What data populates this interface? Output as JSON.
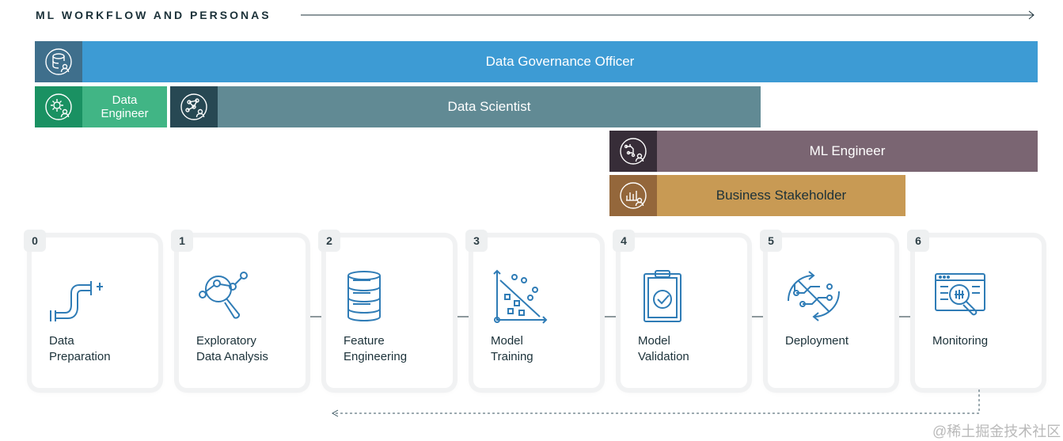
{
  "header": {
    "title": "ML WORKFLOW AND PERSONAS"
  },
  "personas": [
    {
      "label": "Data Governance Officer",
      "icon": "database-user-icon"
    },
    {
      "label_line1": "Data",
      "label_line2": "Engineer",
      "icon": "gear-user-icon"
    },
    {
      "label": "Data Scientist",
      "icon": "network-user-icon"
    },
    {
      "label": "ML Engineer",
      "icon": "circuit-user-icon"
    },
    {
      "label": "Business Stakeholder",
      "icon": "chart-user-icon"
    }
  ],
  "steps": [
    {
      "number": "0",
      "label": "Data\nPreparation",
      "icon": "pipeline-icon"
    },
    {
      "number": "1",
      "label": "Exploratory\nData Analysis",
      "icon": "magnifier-graph-icon"
    },
    {
      "number": "2",
      "label": "Feature\nEngineering",
      "icon": "database-stack-icon"
    },
    {
      "number": "3",
      "label": "Model\nTraining",
      "icon": "scatter-plot-icon"
    },
    {
      "number": "4",
      "label": "Model\nValidation",
      "icon": "clipboard-check-icon"
    },
    {
      "number": "5",
      "label": "Deployment",
      "icon": "deploy-flow-icon"
    },
    {
      "number": "6",
      "label": "Monitoring",
      "icon": "monitor-search-icon"
    }
  ],
  "watermark": "@稀土掘金技术社区"
}
